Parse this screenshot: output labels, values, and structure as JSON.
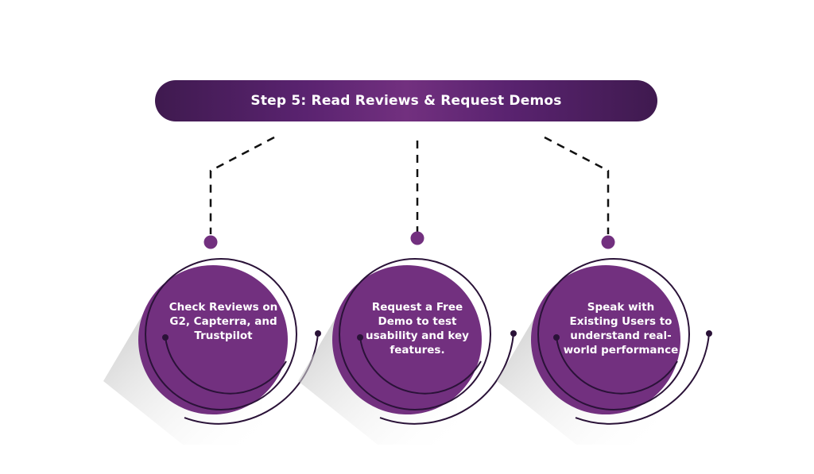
{
  "title": "Step 5: Read Reviews & Request Demos",
  "colors": {
    "primary": "#72307f",
    "dark": "#3f1a4f",
    "line": "#2a1238",
    "dash": "#111111"
  },
  "steps": [
    {
      "text": "Check Reviews on G2, Capterra, and Trustpilot"
    },
    {
      "text": "Request a Free Demo to test usability and key features."
    },
    {
      "text": "Speak with Existing Users to understand real-world performance"
    }
  ]
}
